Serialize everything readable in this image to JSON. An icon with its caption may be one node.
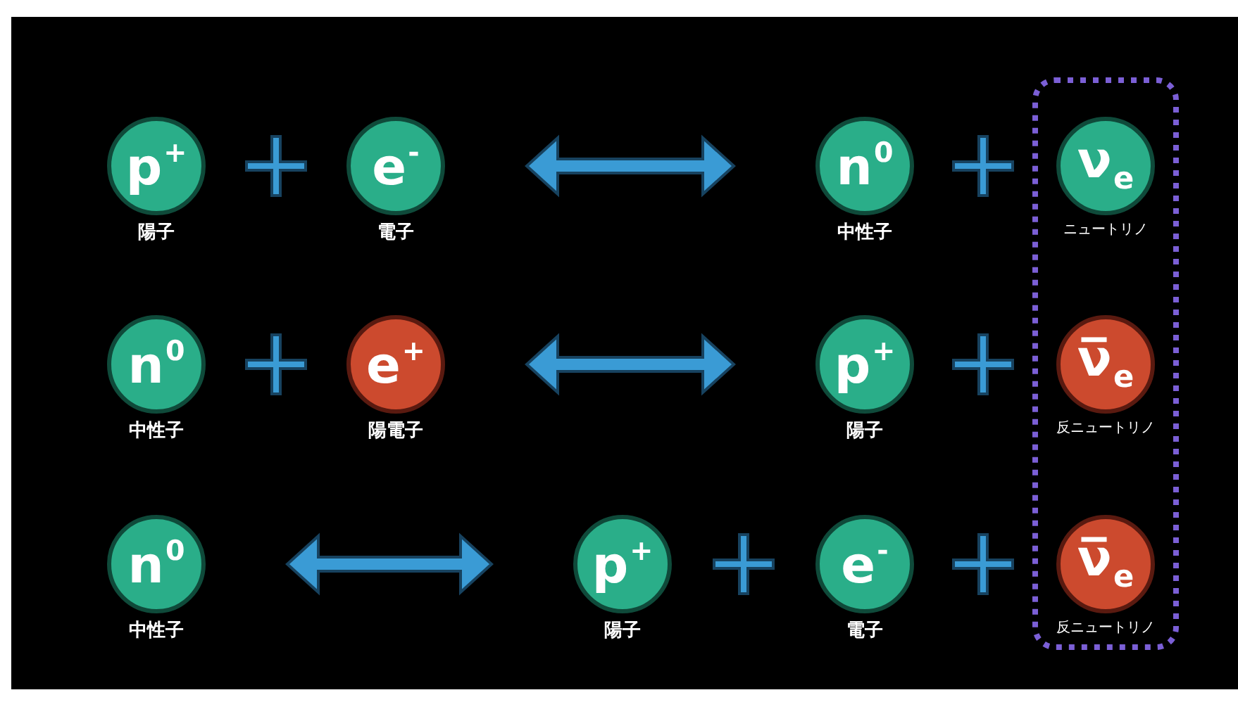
{
  "diagram": {
    "nodes": [
      {
        "text": [],
        "shape": "box"
      },
      {
        "text": [
          "p$^{+}$"
        ],
        "beside": [
          "陽子"
        ]
      },
      {
        "text": [
          "e$^{-}$"
        ],
        "beside": [
          "電子"
        ]
      },
      {
        "text": [
          "n$^{0}$"
        ],
        "beside": [
          "中性子"
        ]
      },
      {
        "text": [
          "ν$_{e}$"
        ],
        "beside": [
          "ニュートリノ"
        ],
        "in": 0
      },
      {
        "text": [
          "n$^{0}$"
        ],
        "beside": [
          "中性子"
        ]
      },
      {
        "text": [
          "e$^{+}$"
        ],
        "beside": [
          "陽電子"
        ]
      },
      {
        "text": [
          "p$^{+}$"
        ],
        "beside": [
          "陽子"
        ]
      },
      {
        "text": [
          "ν̅$_{e}$"
        ],
        "beside": [
          "反ニュートリノ"
        ],
        "in": 0
      },
      {
        "text": [
          "n$^{0}$"
        ],
        "beside": [
          "中性子"
        ]
      },
      {
        "text": [
          "p$^{+}$"
        ],
        "beside": [
          "陽子"
        ]
      },
      {
        "text": [
          "e$^{-}$"
        ],
        "beside": [
          "電子"
        ]
      },
      {
        "text": [
          "ν̅$_{e}$"
        ],
        "beside": [
          "反ニュートリノ"
        ],
        "in": 0
      }
    ],
    "edges": [
      {
        "from": 2,
        "to": 3,
        "arrow": "both"
      },
      {
        "from": 6,
        "to": 7,
        "arrow": "both"
      },
      {
        "from": 9,
        "to": 10,
        "arrow": "both"
      }
    ]
  }
}
